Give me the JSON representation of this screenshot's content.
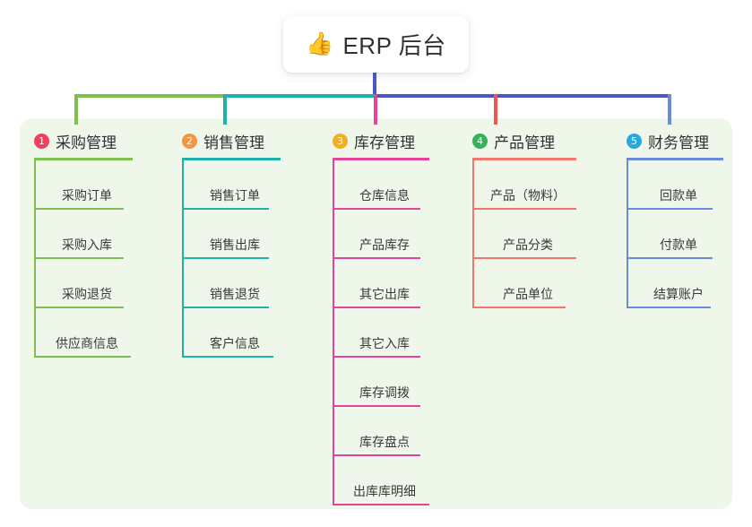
{
  "root": {
    "emoji": "👍",
    "emoji_name": "thumbs-up-icon",
    "title": "ERP 后台"
  },
  "colors": {
    "panel_bg": "#eef7e9",
    "page_bg": "#ffffff",
    "stem": "#4a56c8",
    "title_text": "#2f3136",
    "item_text": "#3a3a3a"
  },
  "columns": [
    {
      "number": "1",
      "label": "采购管理",
      "badge_color": "#ef4060",
      "line_color": "#7fbf4d",
      "items": [
        "采购订单",
        "采购入库",
        "采购退货",
        "供应商信息"
      ]
    },
    {
      "number": "2",
      "label": "销售管理",
      "badge_color": "#f59445",
      "line_color": "#20b2aa",
      "items": [
        "销售订单",
        "销售出库",
        "销售退货",
        "客户信息"
      ]
    },
    {
      "number": "3",
      "label": "库存管理",
      "badge_color": "#f2b01e",
      "line_color": "#e8439a",
      "items": [
        "仓库信息",
        "产品库存",
        "其它出库",
        "其它入库",
        "库存调拨",
        "库存盘点",
        "出库库明细"
      ]
    },
    {
      "number": "4",
      "label": "产品管理",
      "badge_color": "#30b455",
      "line_color": "#f0776e",
      "items": [
        "产品（物料）",
        "产品分类",
        "产品单位"
      ]
    },
    {
      "number": "5",
      "label": "财务管理",
      "badge_color": "#26a8e0",
      "line_color": "#6b8ad8",
      "items": [
        "回款单",
        "付款单",
        "结算账户"
      ]
    }
  ],
  "connectors": {
    "bus_left_color": "#7fbf4d",
    "bus_mid_color": "#20b2aa",
    "bus_right_color": "#4a56c8",
    "drop_colors": [
      "#7fbf4d",
      "#20b2aa",
      "#e8439a",
      "#f0544c",
      "#6b8ad8"
    ]
  }
}
